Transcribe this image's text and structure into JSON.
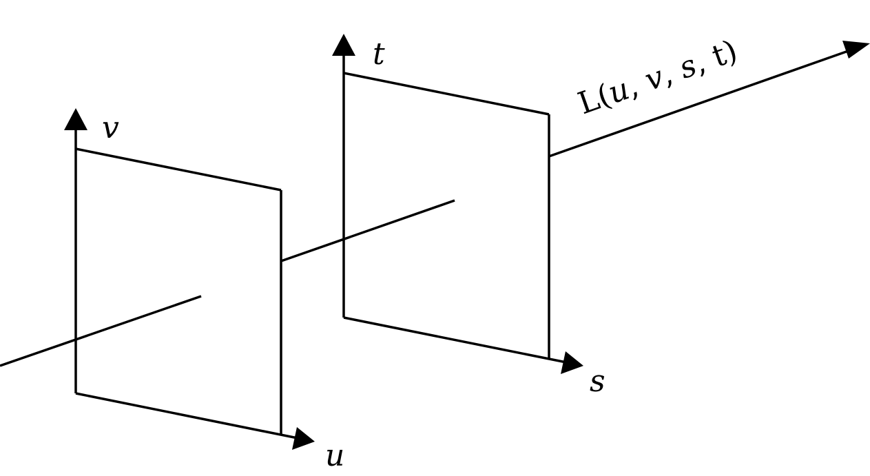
{
  "labels": {
    "u_axis": "u",
    "v_axis": "v",
    "s_axis": "s",
    "t_axis": "t"
  },
  "ray_label": {
    "L": "L",
    "open": "(",
    "u": "u",
    "sep1": ",",
    "v": "v",
    "sep2": ",",
    "s": "s",
    "sep3": ",",
    "t": "t",
    "close": ")"
  },
  "colors": {
    "stroke": "#000000",
    "background": "#ffffff"
  }
}
